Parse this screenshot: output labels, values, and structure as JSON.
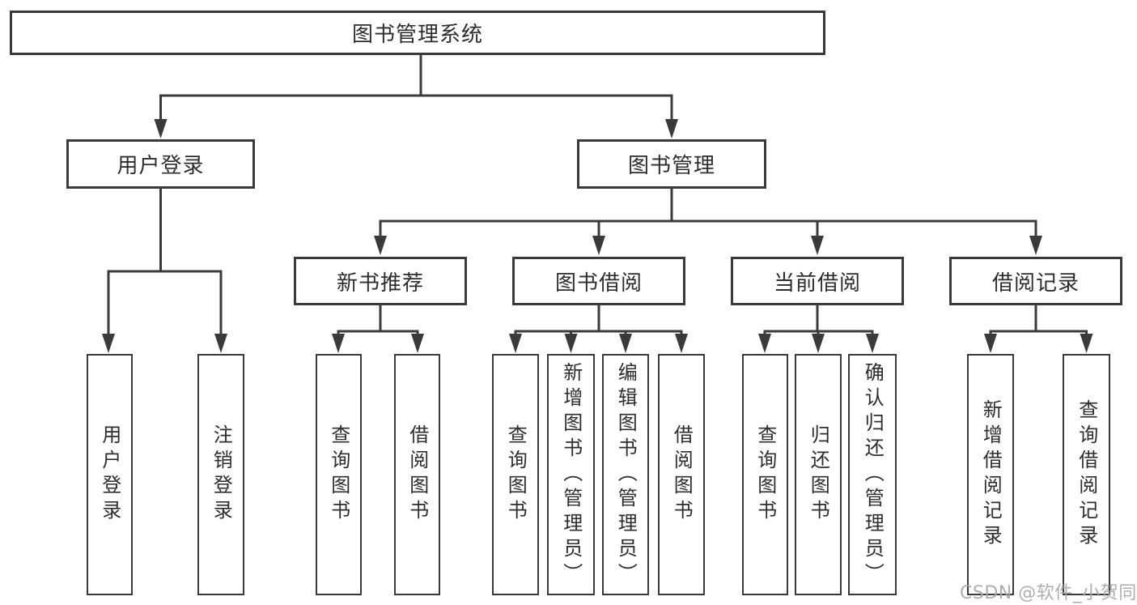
{
  "tree": {
    "label": "图书管理系统",
    "children": [
      {
        "label": "用户登录",
        "children": [
          {
            "label": "用户登录"
          },
          {
            "label": "注销登录"
          }
        ]
      },
      {
        "label": "图书管理",
        "children": [
          {
            "label": "新书推荐",
            "children": [
              {
                "label": "查询图书"
              },
              {
                "label": "借阅图书"
              }
            ]
          },
          {
            "label": "图书借阅",
            "children": [
              {
                "label": "查询图书"
              },
              {
                "label": "新增图书（管理员）"
              },
              {
                "label": "编辑图书（管理员）"
              },
              {
                "label": "借阅图书"
              }
            ]
          },
          {
            "label": "当前借阅",
            "children": [
              {
                "label": "查询图书"
              },
              {
                "label": "归还图书"
              },
              {
                "label": "确认归还（管理员）"
              }
            ]
          },
          {
            "label": "借阅记录",
            "children": [
              {
                "label": "新增借阅记录"
              },
              {
                "label": "查询借阅记录"
              }
            ]
          }
        ]
      }
    ]
  },
  "watermark": {
    "text": "CSDN @软件_小贺同学"
  },
  "colors": {
    "line": "#3a3a3a",
    "box_border": "#3a3a3a",
    "box_fill": "#ffffff",
    "text": "#2d2d2d",
    "background": "#ffffff",
    "watermark_text": "#a8a8a8"
  }
}
